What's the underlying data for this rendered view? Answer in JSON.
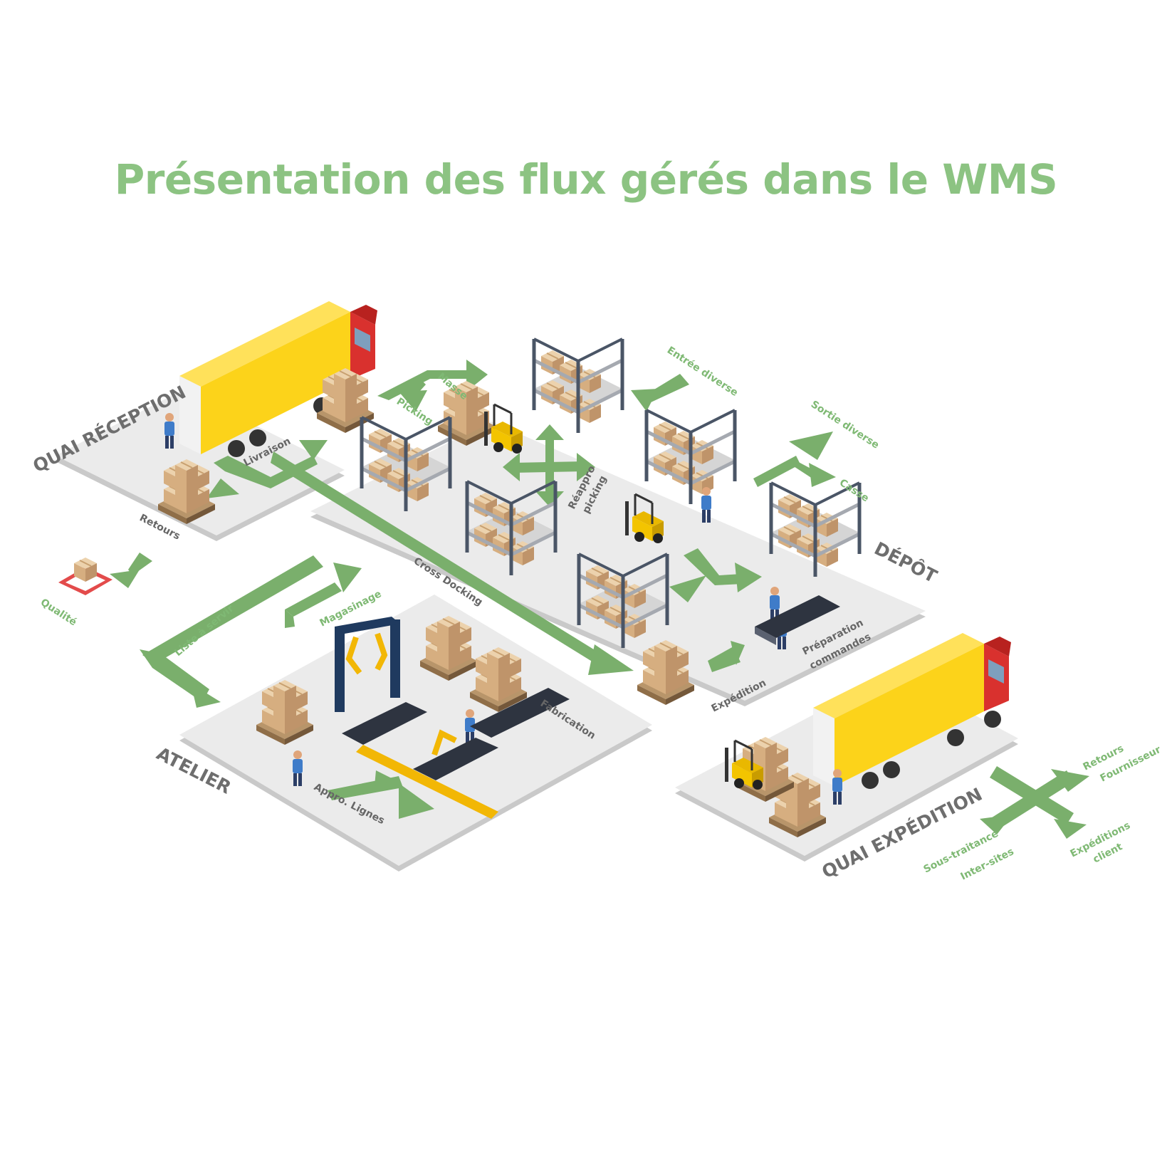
{
  "title": "Présentation des flux gérés dans le WMS",
  "colors": {
    "accent": "#8cc382",
    "arrow": "#7aaf6c",
    "platform": "#ebebeb",
    "truck_box": "#fcd31a",
    "truck_cab": "#d9312e",
    "box": "#d8b48a"
  },
  "zones": {
    "quai_reception": "QUAI RÉCEPTION",
    "depot": "DÉPÔT",
    "atelier": "ATELIER",
    "quai_expedition": "QUAI EXPÉDITION"
  },
  "labels": {
    "livraison": "Livraison",
    "retours": "Retours",
    "qualite": "Qualité",
    "masse": "Masse",
    "picking": "Picking",
    "entree_diverse": "Entrée diverse",
    "sortie_diverse": "Sortie diverse",
    "casse": "Casse",
    "reappro_1": "Réappro",
    "reappro_2": "picking",
    "cross_docking": "Cross Docking",
    "preparation_1": "Préparation",
    "preparation_2": "commandes",
    "expedition": "Expédition",
    "magasinage": "Magasinage",
    "liste_a_servir": "Liste à servir",
    "fabrication": "Fabrication",
    "appro_lignes": "Appro. Lignes",
    "retours_fournisseur_1": "Retours",
    "retours_fournisseur_2": "Fournisseur",
    "sous_traitance_1": "Sous-traitance",
    "sous_traitance_2": "Inter-sites",
    "expeditions_client_1": "Expéditions",
    "expeditions_client_2": "client"
  },
  "icons": [
    "truck-icon",
    "forklift-icon",
    "worker-icon",
    "shelf-icon",
    "box-pallet-icon",
    "conveyor-icon",
    "robot-arm-icon",
    "clipboard-icon",
    "flow-arrow-icon"
  ]
}
